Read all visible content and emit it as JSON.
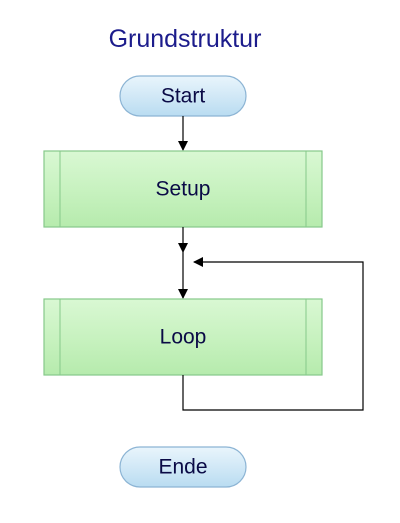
{
  "title": "Grundstruktur",
  "nodes": {
    "start": "Start",
    "setup": "Setup",
    "loop": "Loop",
    "end": "Ende"
  },
  "colors": {
    "title": "#1c1c8c",
    "terminal_fill": "#cfe7f6",
    "terminal_border": "#8cb4d4",
    "process_fill": "#c8f2c0",
    "process_border": "#86c98a",
    "arrow": "#000000"
  }
}
